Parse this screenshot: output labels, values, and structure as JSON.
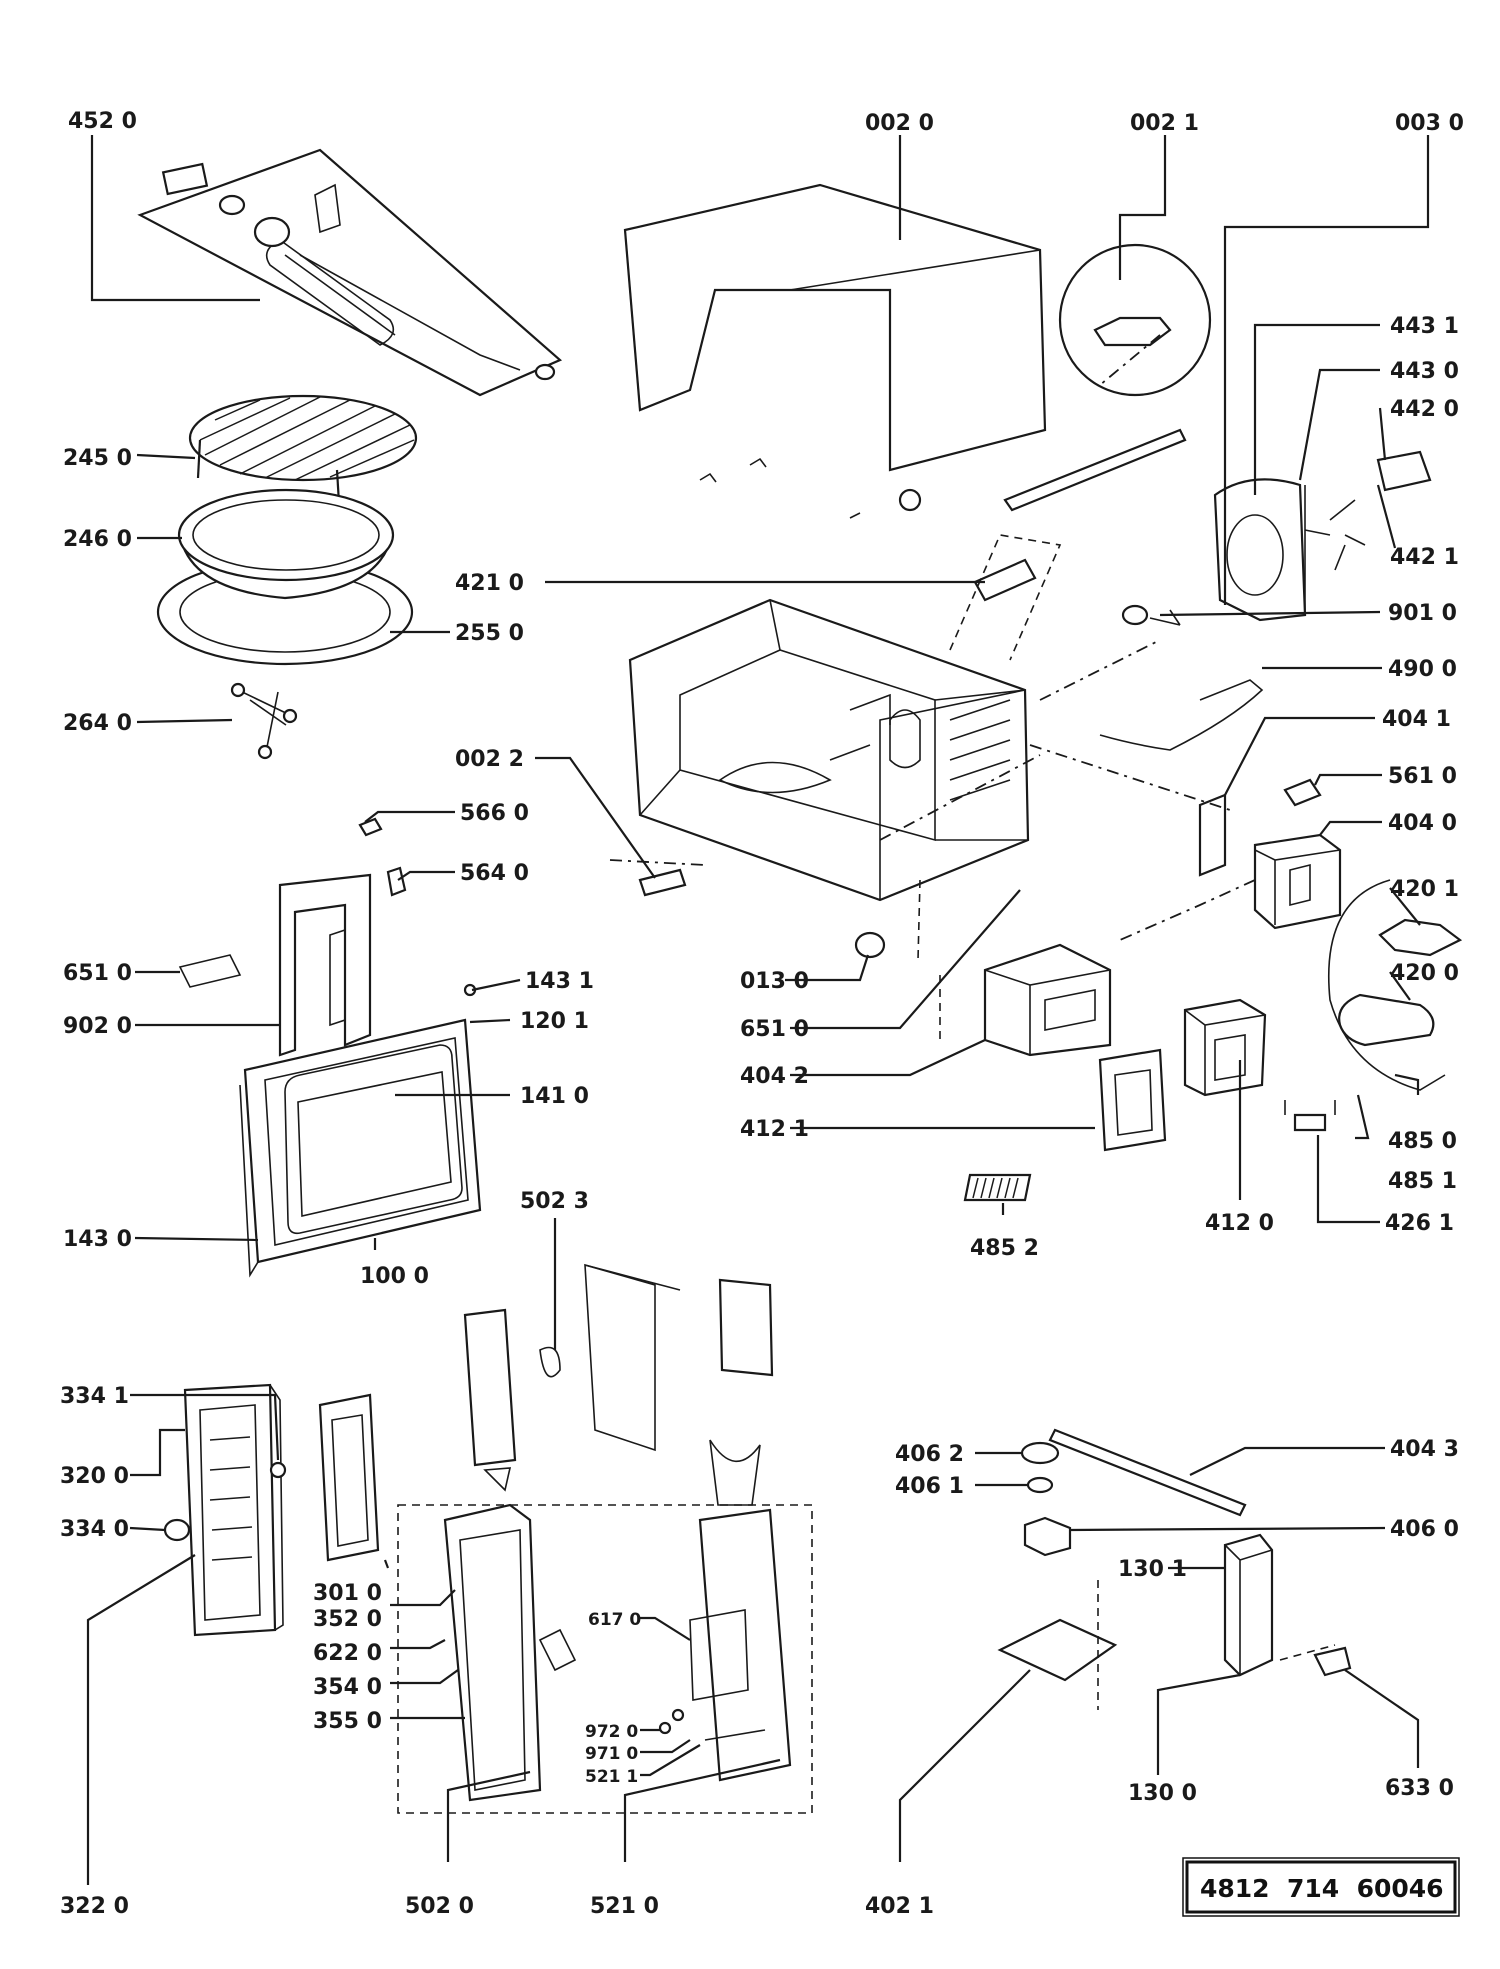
{
  "diagram": {
    "doc_code": "4812  714  60046",
    "labels": {
      "l4520": "452 0",
      "l0020": "002  0",
      "l0021": "002 1",
      "l0030": "003 0",
      "l4431": "443 1",
      "l4430": "443 0",
      "l4420": "442 0",
      "l4421": "442 1",
      "l2450": "245 0",
      "l2460": "246 0",
      "l2550": "255 0",
      "l4210": "421 0",
      "l9010": "901 0",
      "l2640": "264 0",
      "l4900": "490 0",
      "l4041": "404 1",
      "l0022": "002 2",
      "l5660": "566 0",
      "l5610": "561 0",
      "l4040": "404 0",
      "l5640": "564 0",
      "l4201": "420 1",
      "l6510a": "651 0",
      "l0130": "013 0",
      "l4200": "420 0",
      "l1431": "143 1",
      "l9020": "902 0",
      "l1201": "120 1",
      "l6510b": "651 0",
      "l4042": "404  2",
      "l1410": "141 0",
      "l4121": "412  1",
      "l4850": "485 0",
      "l4851": "485 1",
      "l4120": "412 0",
      "l4261": "426 1",
      "l1430": "143 0",
      "l1000": "100 0",
      "l5023": "502 3",
      "l4852": "485  2",
      "l3341": "334 1",
      "l3200": "320 0",
      "l3340": "334 0",
      "l4062": "406  2",
      "l4061": "406  1",
      "l4043": "404 3",
      "l4060": "406 0",
      "l3010": "301 0",
      "l3520": "352 0",
      "l1301": "130 1",
      "l6220": "622 0",
      "l6170": "617 0",
      "l3540": "354 0",
      "l3550": "355 0",
      "l9720": "972 0",
      "l9710": "971 0",
      "l5211": "521 1",
      "l1300": "130 0",
      "l6330": "633 0",
      "l3220": "322 0",
      "l5020": "502  0",
      "l5210": "521  0",
      "l4021": "402 1"
    }
  }
}
